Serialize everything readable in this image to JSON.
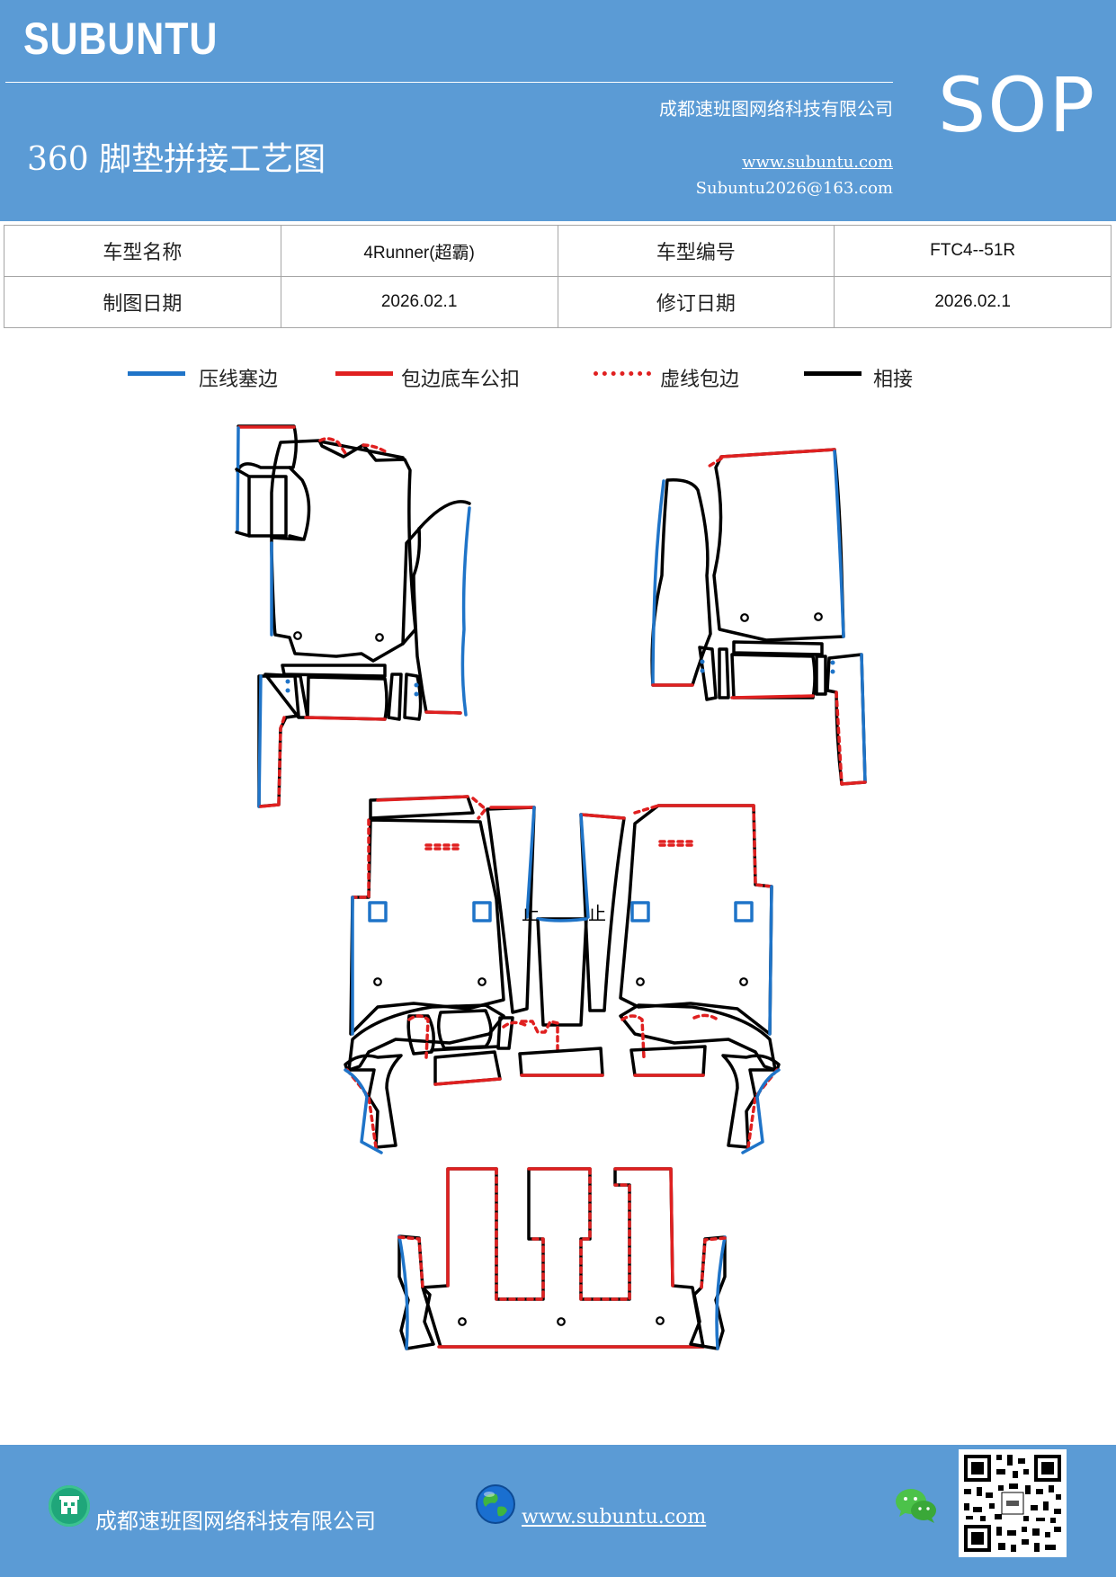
{
  "header": {
    "brand": "SUBUNTU",
    "company": "成都速班图网络科技有限公司",
    "title": "360 脚垫拼接工艺图",
    "website": "www.subuntu.com",
    "email": "Subuntu2026@163.com",
    "sop_label": "SOP"
  },
  "info_table": {
    "rows": [
      {
        "label1": "车型名称",
        "value1": "4Runner(超霸)",
        "label2": "车型编号",
        "value2": "FTC4--51R"
      },
      {
        "label1": "制图日期",
        "value1": "2026.02.1",
        "label2": "修订日期",
        "value2": "2026.02.1"
      }
    ]
  },
  "legend": {
    "items": [
      {
        "label": "压线塞边",
        "color": "#1f74c8",
        "style": "solid"
      },
      {
        "label": "包边底车公扣",
        "color": "#e02020",
        "style": "solid"
      },
      {
        "label": "虚线包边",
        "color": "#e02020",
        "style": "dotted"
      },
      {
        "label": "相接",
        "color": "#000000",
        "style": "solid"
      }
    ]
  },
  "diagram": {
    "stop_marks": [
      "止",
      "止"
    ]
  },
  "footer": {
    "company": "成都速班图网络科技有限公司",
    "website": "www.subuntu.com",
    "icons": [
      "building-icon",
      "globe-icon",
      "wechat-icon",
      "qr-code"
    ]
  }
}
